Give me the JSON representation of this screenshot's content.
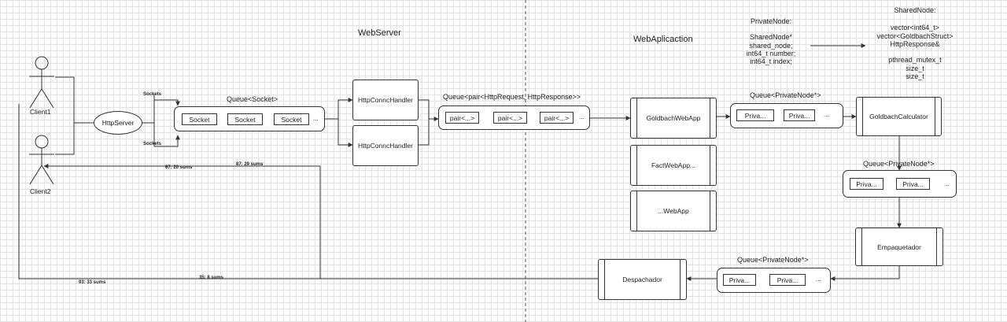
{
  "titles": {
    "webserver": "WebServer",
    "webapplication": "WebAplicaction"
  },
  "clients": [
    "Client1",
    "Client2"
  ],
  "httpserver": "HttpServer",
  "sockets_label_top": "Sockets",
  "sockets_label_bottom": "Sockets",
  "queue_socket": {
    "label": "Queue<Socket>",
    "items": [
      "Socket",
      "Socket",
      "Socket"
    ],
    "more": "..."
  },
  "handlers": [
    "HttpConncHandler",
    "HttpConncHandler"
  ],
  "queue_pair": {
    "label": "Queue<pair<HttpRequest, HttpResponse>>",
    "items": [
      "pair<...>",
      "pair<...>",
      "pair<...>"
    ],
    "more": "..."
  },
  "apps": [
    "GoldbachWebApp",
    "FactWebApp...",
    "...WebApp"
  ],
  "queue_private_1": {
    "label": "Queue<PrivateNode*>",
    "items": [
      "Priva...",
      "Priva..."
    ],
    "more": "..."
  },
  "calculator": "GoldbachCalculator",
  "queue_private_2": {
    "label": "Queue<PrivateNode*>",
    "items": [
      "Priva...",
      "Priva..."
    ],
    "more": "..."
  },
  "packer": "Empaquetador",
  "queue_private_3": {
    "label": "Queue<PrivateNode*>",
    "items": [
      "Priva...",
      "Priva..."
    ],
    "more": "..."
  },
  "dispatcher": "Despachador",
  "private_node": {
    "title": "PrivateNode:",
    "fields": [
      "SharedNode*",
      "shared_node;",
      "int64_t number;",
      "int64_t index;"
    ]
  },
  "shared_node": {
    "title": "SharedNode:",
    "fields": [
      "vector<int64_t>",
      "vector<GoldbachStruct>",
      "HttpResponse&",
      "",
      "pthread_mutex_t",
      "size_t",
      "size_t"
    ]
  },
  "response_labels": [
    "67: 20 sums",
    "87: 29 sums",
    "93: 33 sums",
    "35: 8 sums"
  ]
}
